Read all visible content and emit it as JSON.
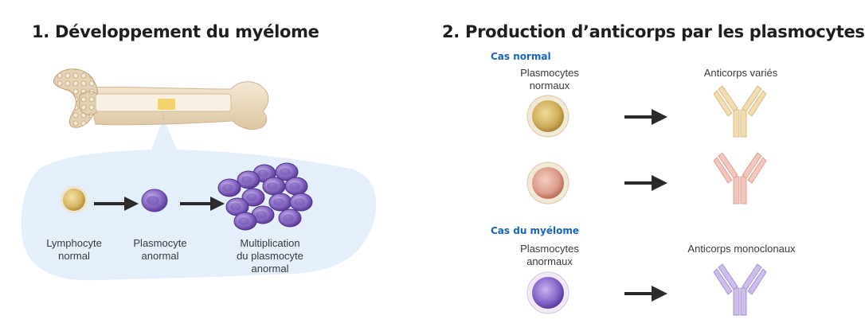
{
  "section1": {
    "title": "1. Développement du myélome",
    "steps": [
      {
        "line1": "Lymphocyte",
        "line2": "normal"
      },
      {
        "line1": "Plasmocyte",
        "line2": "anormal"
      },
      {
        "line1": "Multiplication",
        "line2": "du plasmocyte",
        "line3": "anormal"
      }
    ]
  },
  "section2": {
    "title": "2. Production d’anticorps par les plasmocytes",
    "normal_case": {
      "heading": "Cas normal",
      "cells_label_line1": "Plasmocytes",
      "cells_label_line2": "normaux",
      "antibodies_label": "Anticorps variés"
    },
    "myeloma_case": {
      "heading": "Cas du myélome",
      "cells_label_line1": "Plasmocytes",
      "cells_label_line2": "anormaux",
      "antibodies_label": "Anticorps monoclonaux"
    }
  },
  "colors": {
    "heading_blue": "#1565c0",
    "bone": "#ecdcc4",
    "marrow_blob": "#e5eefb",
    "purple_cell": "#8a6bc6",
    "yellow_cell": "#d8b868",
    "pink_cell": "#e2a89a",
    "arrow": "#2b2b2b",
    "antibody_yellow": "#f1ddb0",
    "antibody_pink": "#f2c6bc",
    "antibody_purple": "#cdbdec"
  }
}
